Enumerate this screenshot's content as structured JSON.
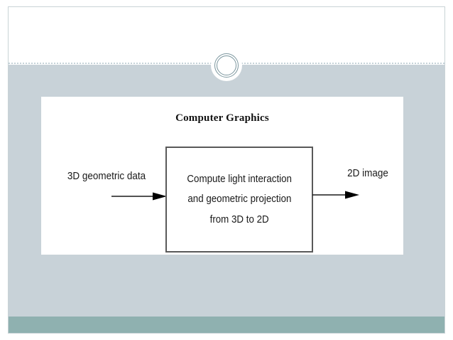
{
  "slide": {
    "theme": {
      "header_background": "#ffffff",
      "body_background": "#c8d2d8",
      "footer_accent": "#8fb1b0",
      "ornament_stroke": "#7b969e",
      "panel_background": "#ffffff",
      "rule_color": "#c5d2d8"
    },
    "ornament": {
      "shape": "double-ring-circle"
    }
  },
  "diagram": {
    "title": "Computer Graphics",
    "input": {
      "label": "3D geometric data",
      "arrow": "arrow-right"
    },
    "process": {
      "lines": [
        "Compute light interaction",
        "and geometric projection",
        "from 3D to 2D"
      ],
      "border_color": "#595959"
    },
    "output": {
      "label": "2D image",
      "arrow": "arrow-right"
    }
  }
}
